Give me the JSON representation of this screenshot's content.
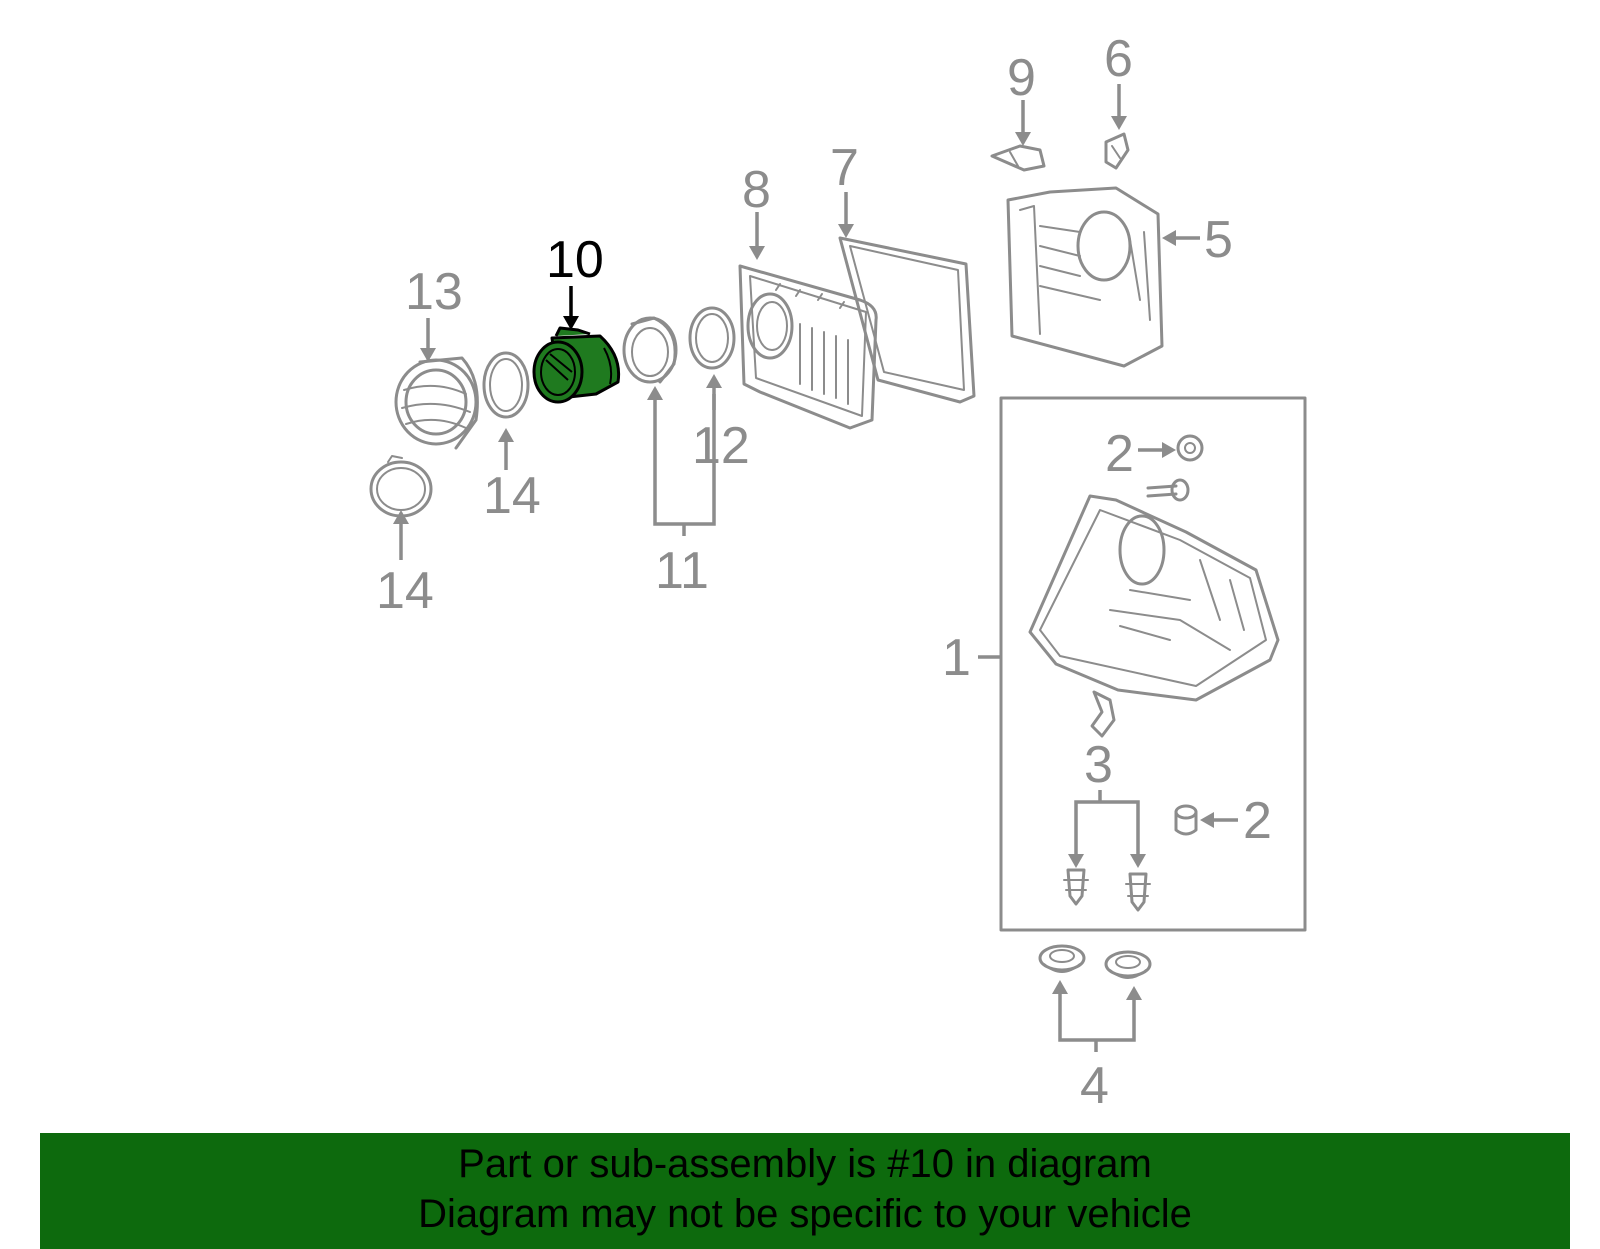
{
  "banner": {
    "line1": "Part or sub-assembly is #10 in diagram",
    "line2": "Diagram may not be specific to your vehicle"
  },
  "colors": {
    "highlight": "#1f7a1f",
    "banner": "#0d6a0d",
    "line_art": "#8c8c8c",
    "active_callout": "#000000"
  },
  "callouts": {
    "c1": "1",
    "c2a": "2",
    "c2b": "2",
    "c3": "3",
    "c4": "4",
    "c5": "5",
    "c6": "6",
    "c7": "7",
    "c8": "8",
    "c9": "9",
    "c10": "10",
    "c11": "11",
    "c12": "12",
    "c13": "13",
    "c14a": "14",
    "c14b": "14"
  },
  "highlighted_part": "10"
}
